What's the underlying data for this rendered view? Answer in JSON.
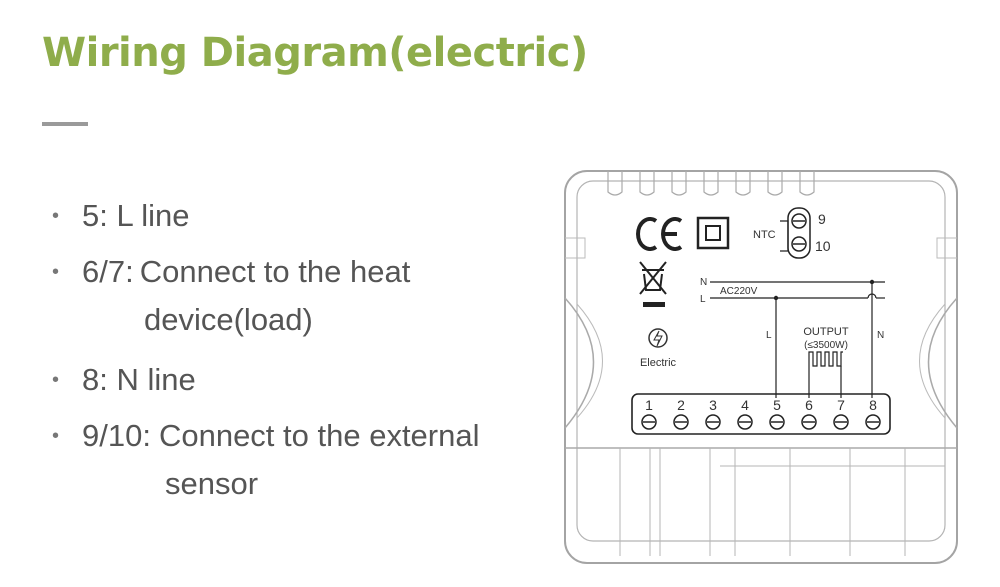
{
  "title": "Wiring Diagram(electric)",
  "specs": [
    {
      "key": "5:",
      "text": "L line",
      "cont": ""
    },
    {
      "key": "6/7:",
      "text": "Connect to the heat",
      "cont": "device(load)"
    },
    {
      "key": "8:",
      "text": "N line",
      "cont": ""
    },
    {
      "key": "9/10:",
      "text": "Connect to the external",
      "cont": "sensor"
    }
  ],
  "diagram": {
    "ntc_label": "NTC",
    "ntc_terminals": [
      "9",
      "10"
    ],
    "line_labels": {
      "n": "N",
      "l": "L",
      "supply": "AC220V"
    },
    "output_label": "OUTPUT",
    "output_rating": "(≤3500W)",
    "drop_labels": {
      "l": "L",
      "n": "N"
    },
    "electric_label": "Electric",
    "terminals": [
      "1",
      "2",
      "3",
      "4",
      "5",
      "6",
      "7",
      "8"
    ],
    "colors": {
      "accent": "#8fad4b",
      "outline": "#9a9a9a",
      "ink": "#222222"
    }
  }
}
